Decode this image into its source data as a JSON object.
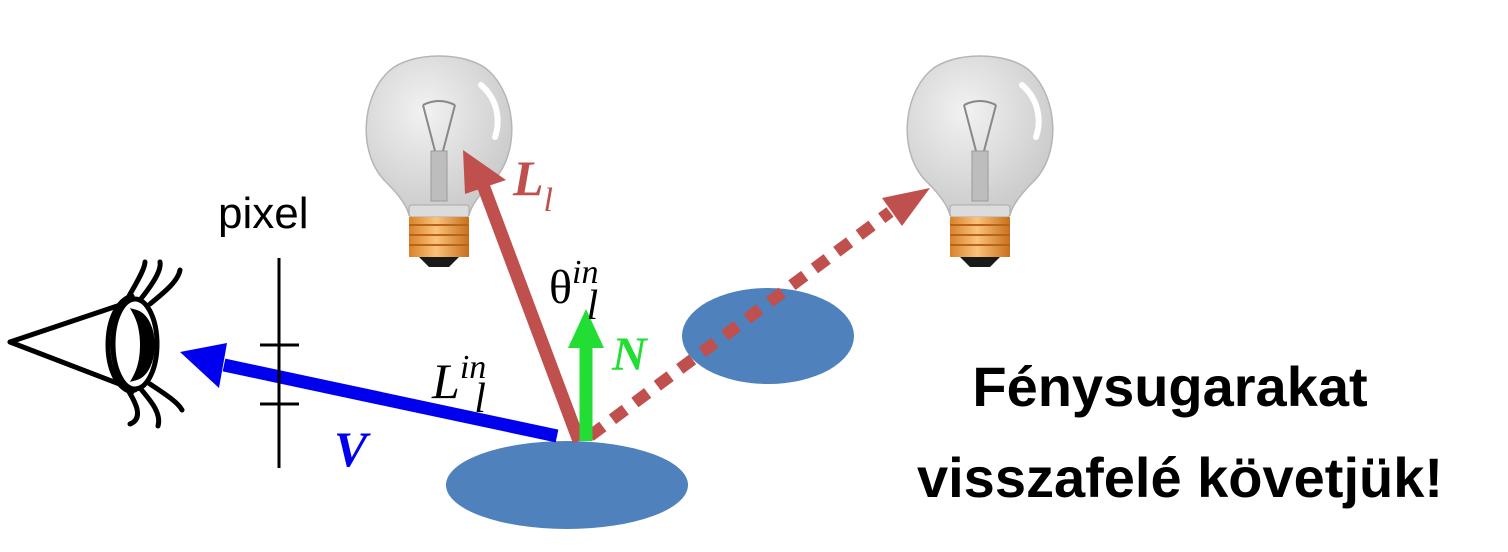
{
  "labels": {
    "pixel": "pixel",
    "L_l_main": "L",
    "L_l_sub": "l",
    "theta_main": "θ",
    "theta_sup": "in",
    "theta_sub": "l",
    "N": "N",
    "L_in_main": "L",
    "L_in_sup": "in",
    "L_in_sub": "l",
    "V": "V"
  },
  "caption": {
    "line1": "Fénysugarakat",
    "line2": "visszafelé követjük!"
  },
  "colors": {
    "light_arrow": "#c0504d",
    "normal_arrow": "#22dd33",
    "view_arrow": "#0000ee",
    "surface": "#4f81bd",
    "text": "#000000",
    "bulb_glass": "#d9d9d9",
    "bulb_base": "#f4a340"
  },
  "icons": {
    "eye": "eye-icon",
    "bulb_left": "lightbulb-icon",
    "bulb_right": "lightbulb-icon"
  }
}
